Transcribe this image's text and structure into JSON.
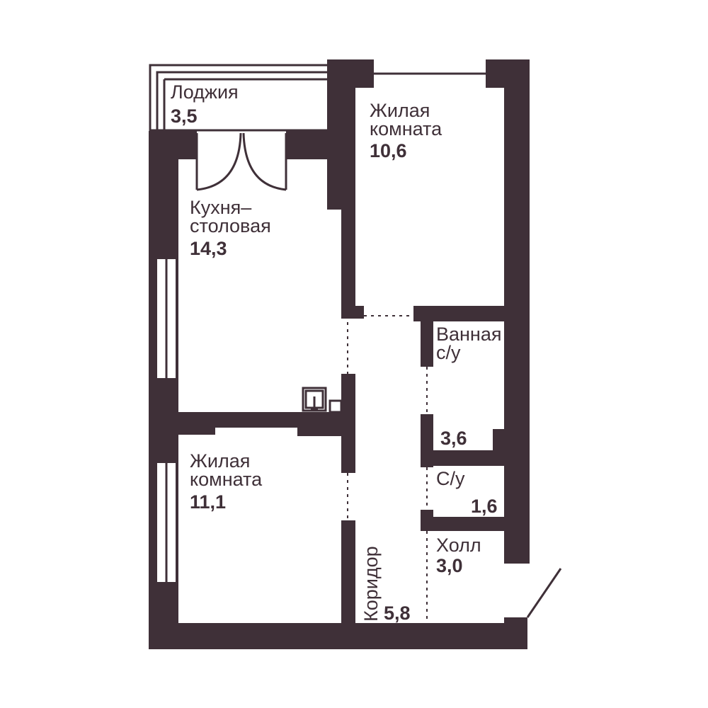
{
  "colors": {
    "wall": "#3f3038",
    "background": "#ffffff"
  },
  "rooms": {
    "loggia": {
      "name": "Лоджия",
      "area": "3,5"
    },
    "bedroom_top": {
      "name_line1": "Жилая",
      "name_line2": "комната",
      "area": "10,6"
    },
    "kitchen": {
      "name_line1": "Кухня–",
      "name_line2": "столовая",
      "area": "14,3"
    },
    "bathroom": {
      "name_line1": "Ванная",
      "name_line2": "с/у",
      "area": "3,6"
    },
    "toilet": {
      "name": "С/у",
      "area": "1,6"
    },
    "bedroom_bottom": {
      "name_line1": "Жилая",
      "name_line2": "комната",
      "area": "11,1"
    },
    "hall": {
      "name": "Холл",
      "area": "3,0"
    },
    "corridor": {
      "name": "Коридор",
      "area": "5,8"
    }
  },
  "icons": {
    "sink": "sink-icon",
    "door": "door-swing-icon",
    "window": "window-icon"
  }
}
